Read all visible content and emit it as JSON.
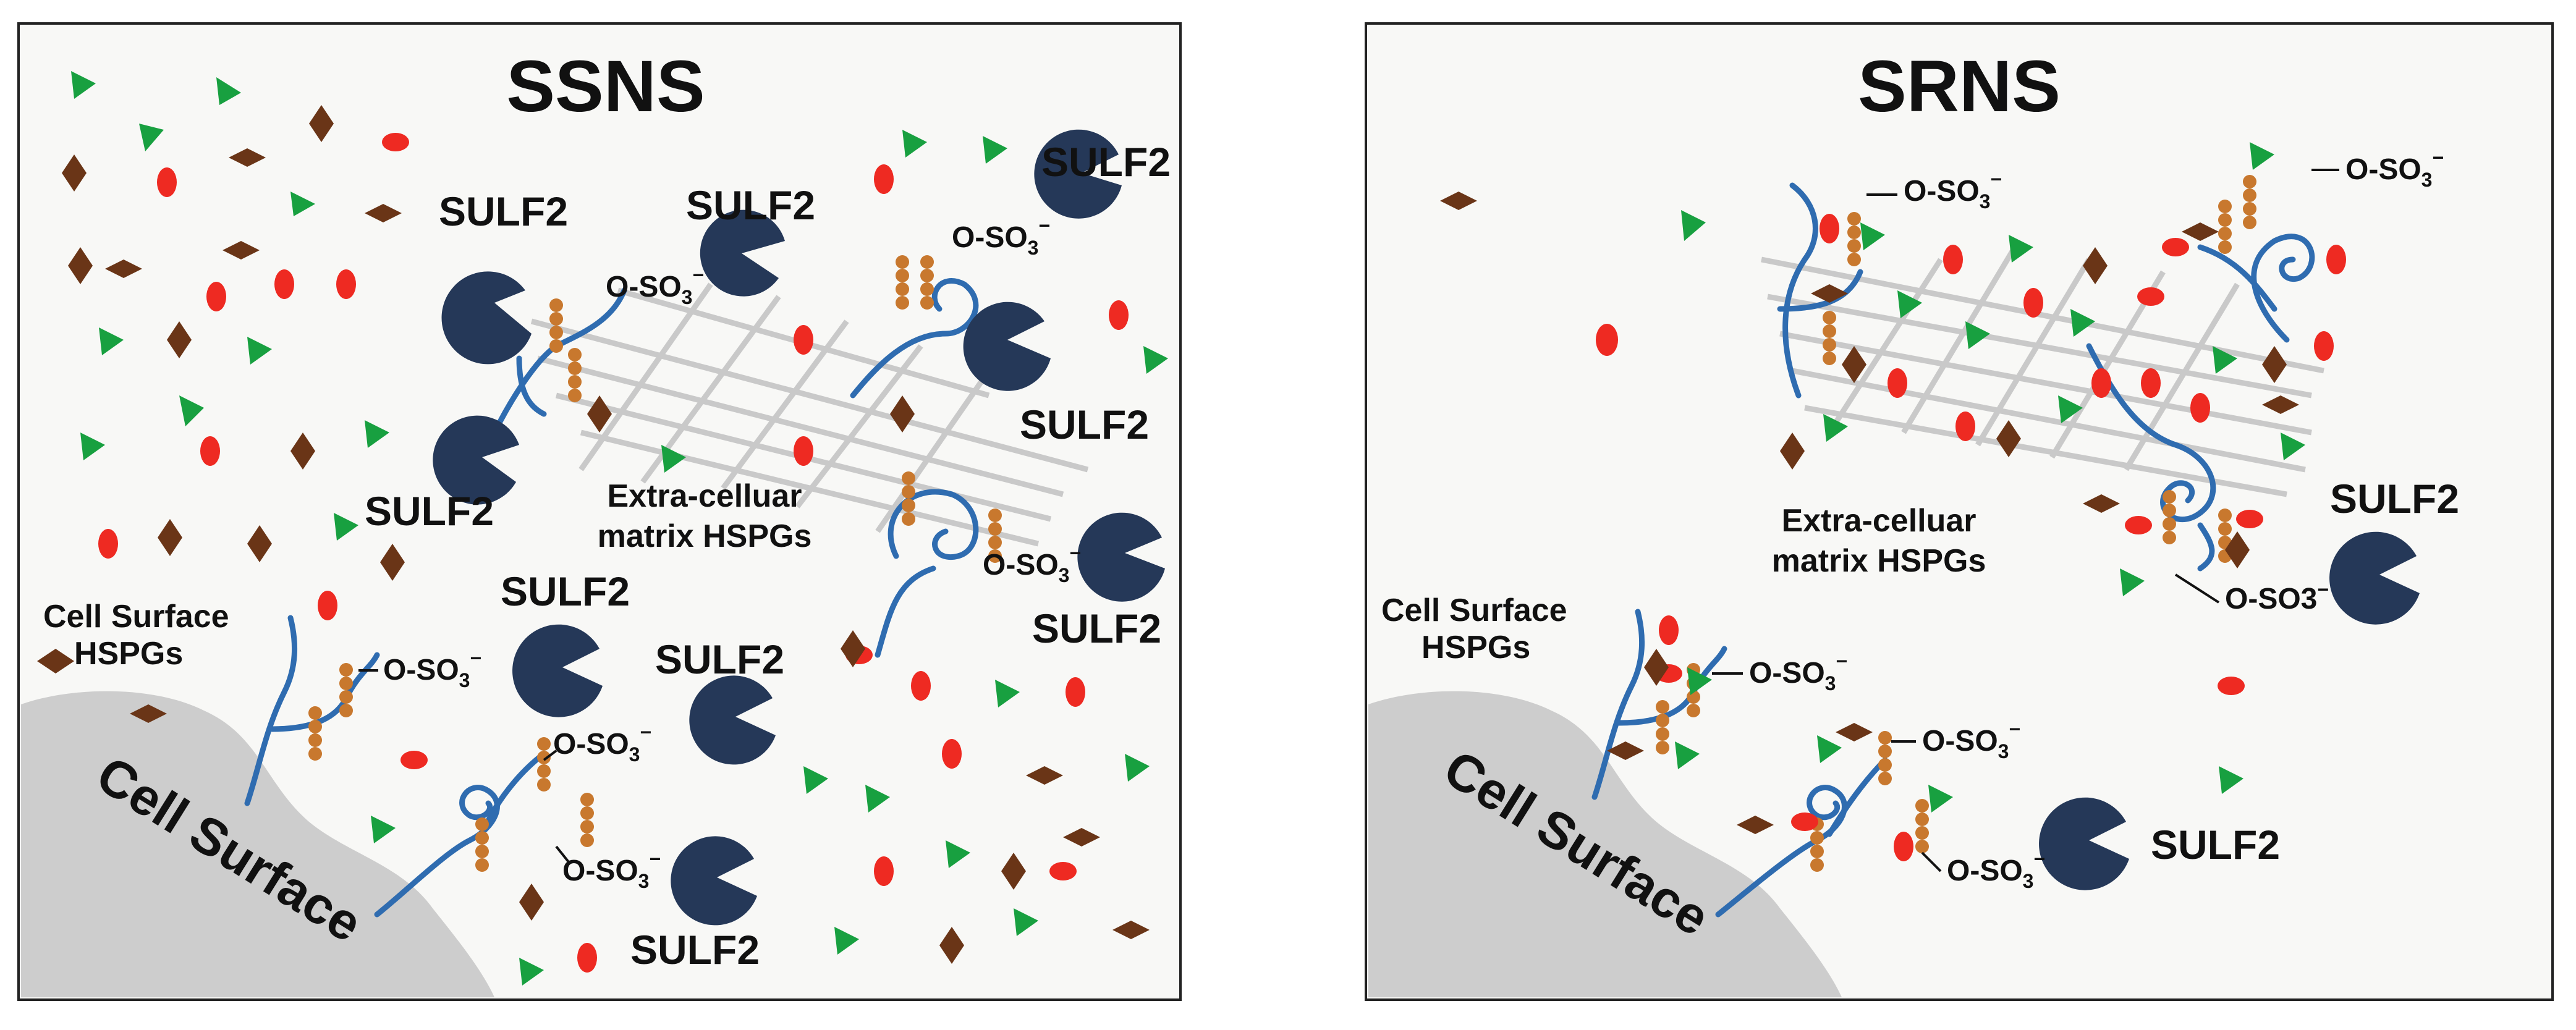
{
  "panels": [
    {
      "title": "SSNS",
      "sulf2_label": "SULF2",
      "sulfate_label": "O-SO",
      "sulfate_sub": "3",
      "sulfate_sup": "−",
      "ecm_label_line1": "Extra-celluar",
      "ecm_label_line2": "matrix HSPGs",
      "cell_hspg_line1": "Cell Surface",
      "cell_hspg_line2": "HSPGs",
      "cell_surface_label": "Cell Surface"
    },
    {
      "title": "SRNS",
      "sulf2_label": "SULF2",
      "sulfate_label": "O-SO",
      "sulfate_sub": "3",
      "sulfate_sup": "−",
      "sulfate_alt_label": "O-SO3",
      "ecm_label_line1": "Extra-celluar",
      "ecm_label_line2": "matrix HSPGs",
      "cell_hspg_line1": "Cell Surface",
      "cell_hspg_line2": "HSPGs",
      "cell_surface_label": "Cell Surface"
    }
  ],
  "colors": {
    "panel_bg": "#f8f8f6",
    "sulf2": "#253858",
    "chain": "#2f6cb0",
    "bead": "#c8782e",
    "red_ellipse": "#ee2a22",
    "green_triangle": "#18a040",
    "brown_diamond": "#6a3517",
    "matrix": "#c9c9c9",
    "cell_surface": "#cdcdcd"
  }
}
